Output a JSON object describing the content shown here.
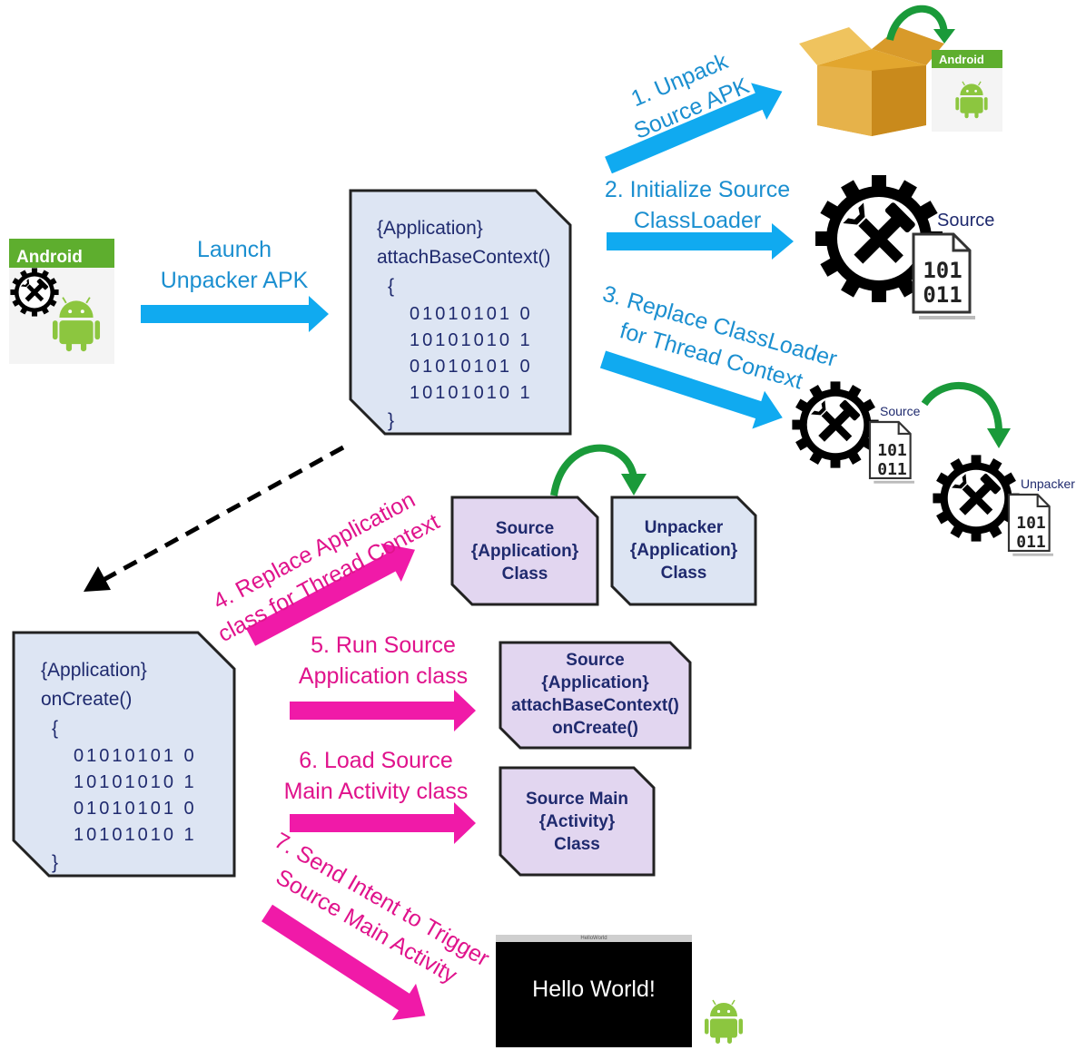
{
  "steps": {
    "launch": [
      "Launch",
      "Unpacker APK"
    ],
    "s1": [
      "1. Unpack",
      "Source APK"
    ],
    "s2": [
      "2. Initialize Source",
      "ClassLoader"
    ],
    "s3": [
      "3. Replace ClassLoader",
      "for Thread Context"
    ],
    "s4": [
      "4. Replace Application",
      "class for Thread Context"
    ],
    "s5": [
      "5. Run Source",
      "Application class"
    ],
    "s6": [
      "6. Load Source",
      "Main Activity class"
    ],
    "s7": [
      "7. Send Intent to Trigger",
      "Source Main Activity"
    ]
  },
  "code_top": {
    "line1": "{Application}",
    "line2": "attachBaseContext()",
    "open": "{",
    "bits": [
      "01010101 0",
      "10101010 1",
      "01010101 0",
      "10101010 1"
    ],
    "close": "}"
  },
  "code_bottom": {
    "line1": "{Application}",
    "line2": "onCreate()",
    "open": "{",
    "bits": [
      "01010101 0",
      "10101010 1",
      "01010101 0",
      "10101010 1"
    ],
    "close": "}"
  },
  "boxes": {
    "source_app": [
      "Source",
      "{Application}",
      "Class"
    ],
    "unpacker_app": [
      "Unpacker",
      "{Application}",
      "Class"
    ],
    "source_run": [
      "Source",
      "{Application}",
      "attachBaseContext()",
      "onCreate()"
    ],
    "source_main": [
      "Source Main",
      "{Activity}",
      "Class"
    ]
  },
  "icons": {
    "apk_label": "Android",
    "box_apk_label": "Android",
    "gear_source_label": "Source",
    "gear_small_source_label": "Source",
    "gear_unpacker_label": "Unpacker",
    "binary_lines": [
      "101",
      "011"
    ]
  },
  "screen": {
    "title": "HelloWorld",
    "text": "Hello World!"
  },
  "colors": {
    "blue_arrow": "#10aaf0",
    "pink_arrow": "#f01aa8",
    "green_arrow": "#1a9a3a",
    "code_box": "#dde5f3",
    "class_box_purple": "#e2d6f0",
    "class_box_blue": "#dde5f3"
  }
}
